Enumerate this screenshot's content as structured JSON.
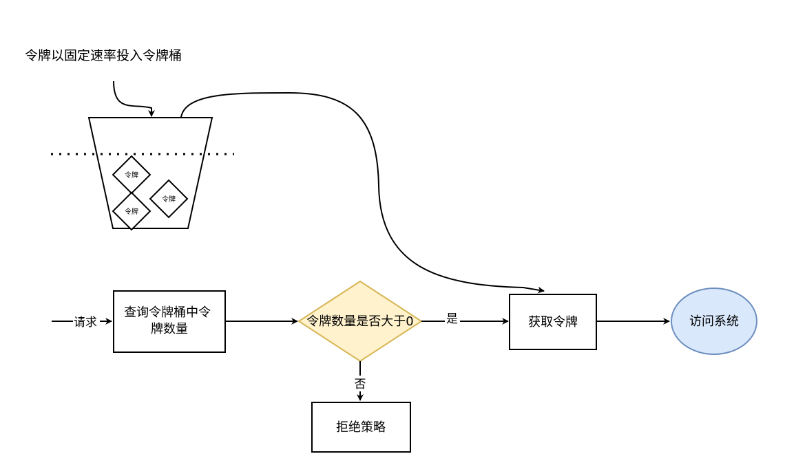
{
  "nodes": {
    "intro_text": "令牌以固定速率投入令牌桶",
    "bucket_tokens": [
      "令牌",
      "令牌",
      "令牌"
    ],
    "query": "查询令牌桶中令\n牌数量",
    "decision": "令牌数量是否大于0",
    "acquire": "获取令牌",
    "access": "访问系统",
    "reject": "拒绝策略"
  },
  "edges": {
    "request": "请求",
    "yes": "是",
    "no": "否"
  },
  "colors": {
    "line": "#000000",
    "decision_fill": "#fff2cc",
    "decision_stroke": "#d6b656",
    "access_fill": "#dae8fc",
    "access_stroke": "#6c8ebf",
    "box_fill": "#ffffff"
  }
}
